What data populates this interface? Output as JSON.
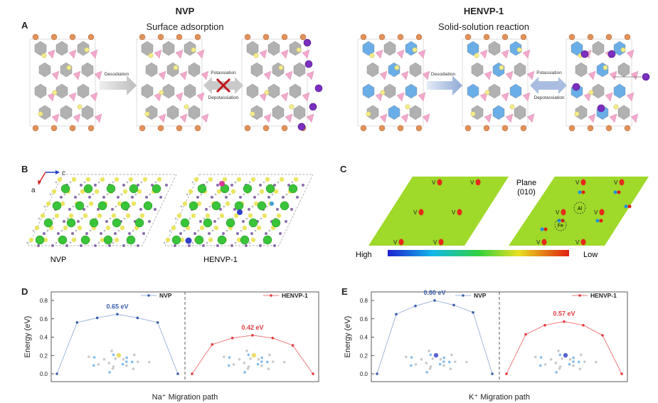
{
  "panel_A": {
    "label": "A",
    "left": {
      "title": "NVP",
      "subtitle": "Surface adsorption",
      "arrow1": "Desodiation",
      "arrow2_top": "Potassiation",
      "arrow2_bottom": "Depotassiation"
    },
    "right": {
      "title": "HENVP-1",
      "subtitle": "Solid-solution reaction",
      "arrow1": "Desodiation",
      "arrow2_top": "Potassiation",
      "arrow2_bottom": "Depotassiation"
    }
  },
  "panel_B": {
    "label": "B",
    "axis_c": "c",
    "axis_a": "a",
    "left_caption": "NVP",
    "right_caption": "HENVP-1"
  },
  "panel_C": {
    "label": "C",
    "plane": "Plane",
    "plane_index": "(010)",
    "vacancy": "V",
    "al": "Al",
    "fe": "Fe",
    "colorbar_high": "High",
    "colorbar_low": "Low"
  },
  "chart_data": [
    {
      "panel": "D",
      "type": "line",
      "ylabel": "Energy (eV)",
      "xlabel": "Na⁺ Migration path",
      "ylim": [
        0,
        0.8
      ],
      "yticks": [
        "0.0",
        "0.2",
        "0.4",
        "0.6",
        "0.8"
      ],
      "series": [
        {
          "name": "NVP",
          "color": "#3a5fab",
          "line_color": "#9fb7df",
          "values": [
            0.0,
            0.56,
            0.61,
            0.65,
            0.61,
            0.56,
            0.0
          ],
          "annotation": "0.65 eV"
        },
        {
          "name": "HENVP-1",
          "color": "#e0393e",
          "line_color": "#ee7d80",
          "values": [
            0.0,
            0.32,
            0.39,
            0.42,
            0.39,
            0.31,
            0.0
          ],
          "annotation": "0.42 eV"
        }
      ]
    },
    {
      "panel": "E",
      "type": "line",
      "ylabel": "Energy (eV)",
      "xlabel": "K⁺ Migration path",
      "ylim": [
        0,
        0.8
      ],
      "yticks": [
        "0.0",
        "0.2",
        "0.4",
        "0.6",
        "0.8"
      ],
      "series": [
        {
          "name": "NVP",
          "color": "#3a5fab",
          "line_color": "#9fb7df",
          "values": [
            0.0,
            0.65,
            0.74,
            0.8,
            0.75,
            0.67,
            0.0
          ],
          "annotation": "0.80 eV"
        },
        {
          "name": "HENVP-1",
          "color": "#e0393e",
          "line_color": "#ee7d80",
          "values": [
            0.0,
            0.43,
            0.53,
            0.57,
            0.53,
            0.42,
            0.0
          ],
          "annotation": "0.57 eV"
        }
      ]
    }
  ]
}
